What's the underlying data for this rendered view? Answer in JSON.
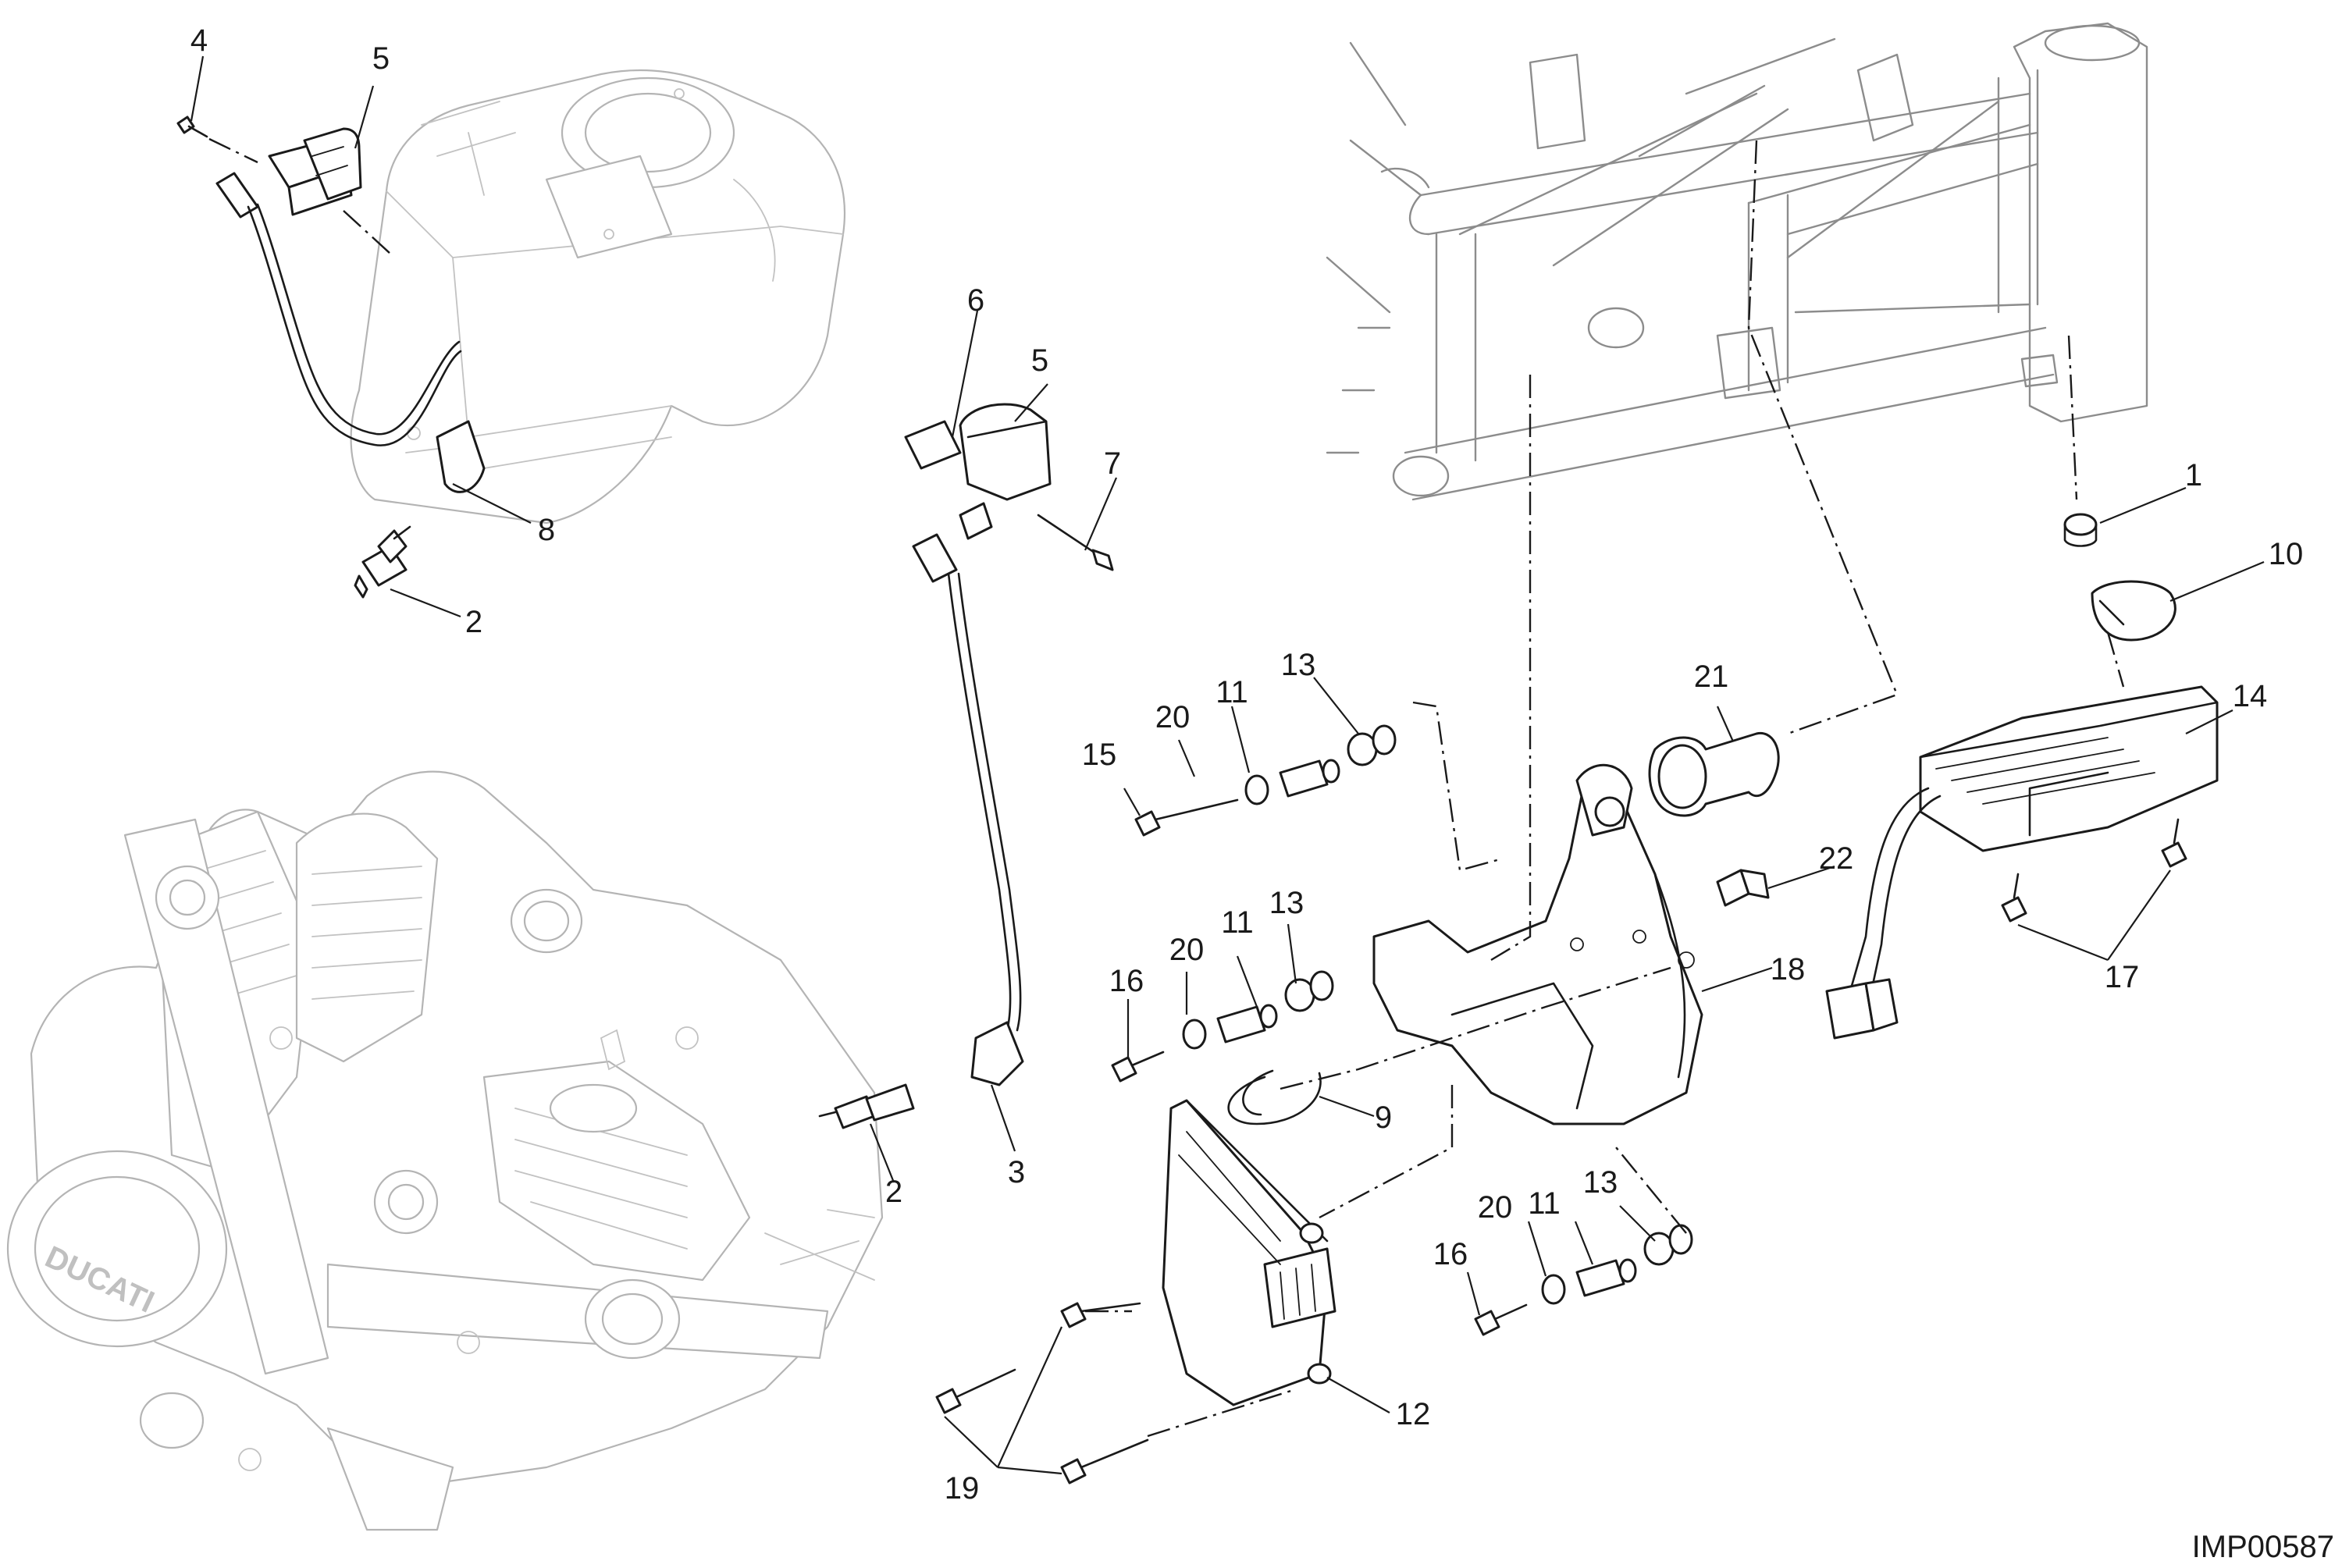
{
  "drawing_code": "IMP00587",
  "callouts": [
    {
      "id": "c4",
      "label": "4"
    },
    {
      "id": "c5a",
      "label": "5"
    },
    {
      "id": "c6",
      "label": "6"
    },
    {
      "id": "c5b",
      "label": "5"
    },
    {
      "id": "c7",
      "label": "7"
    },
    {
      "id": "c8",
      "label": "8"
    },
    {
      "id": "c2a",
      "label": "2"
    },
    {
      "id": "c1",
      "label": "1"
    },
    {
      "id": "c10",
      "label": "10"
    },
    {
      "id": "c14",
      "label": "14"
    },
    {
      "id": "c21",
      "label": "21"
    },
    {
      "id": "c13a",
      "label": "13"
    },
    {
      "id": "c11a",
      "label": "11"
    },
    {
      "id": "c20a",
      "label": "20"
    },
    {
      "id": "c15",
      "label": "15"
    },
    {
      "id": "c22",
      "label": "22"
    },
    {
      "id": "c13b",
      "label": "13"
    },
    {
      "id": "c20b",
      "label": "20"
    },
    {
      "id": "c11b",
      "label": "11"
    },
    {
      "id": "c16a",
      "label": "16"
    },
    {
      "id": "c18",
      "label": "18"
    },
    {
      "id": "c17",
      "label": "17"
    },
    {
      "id": "c9",
      "label": "9"
    },
    {
      "id": "c3",
      "label": "3"
    },
    {
      "id": "c2b",
      "label": "2"
    },
    {
      "id": "c13c",
      "label": "13"
    },
    {
      "id": "c20c",
      "label": "20"
    },
    {
      "id": "c11c",
      "label": "11"
    },
    {
      "id": "c16b",
      "label": "16"
    },
    {
      "id": "c12",
      "label": "12"
    },
    {
      "id": "c19",
      "label": "19"
    }
  ]
}
